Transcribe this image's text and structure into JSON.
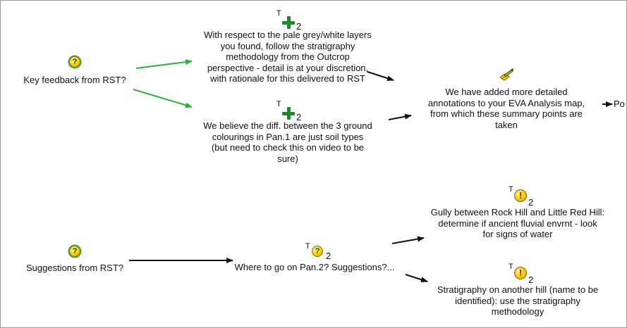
{
  "nodes": {
    "key_feedback": {
      "label": "Key feedback from RST?"
    },
    "pale_layers": {
      "tag_t": "T",
      "tag_n": "2",
      "label": "With respect to the pale grey/white layers\nyou found, follow the stratigraphy\nmethodology from the Outcrop\nperspective - detail is at your discretion,\nwith rationale for this delivered to RST"
    },
    "soil_types": {
      "tag_t": "T",
      "tag_n": "2",
      "label": "We believe the diff. between the 3 ground\ncolourings in Pan.1 are just soil types\n(but need to check this on video to be\nsure)"
    },
    "annotations": {
      "label": "We have added more detailed\nannotations to your EVA Analysis map,\nfrom which these summary points are\ntaken"
    },
    "po": {
      "label": "Po"
    },
    "gully": {
      "tag_t": "T",
      "tag_n": "2",
      "label": "Gully between Rock Hill and Little Red Hill:\ndetermine if ancient fluvial envrnt - look\nfor signs of water"
    },
    "suggestions_rst": {
      "label": "Suggestions from RST?"
    },
    "where_to_go": {
      "tag_t": "T",
      "tag_n": "2",
      "label": "Where to go on Pan.2? Suggestions?..."
    },
    "stratigraphy_hill": {
      "tag_t": "T",
      "tag_n": "2",
      "label": "Stratigraphy on another hill (name to be\nidentified): use the stratigraphy\nmethodology"
    }
  },
  "icons": {
    "question": "?",
    "exclamation": "!"
  },
  "colors": {
    "green_link": "#2fae3c",
    "black_link": "#111111",
    "plus_green": "#1f8a2a",
    "question_yellow": "#f2d000"
  }
}
